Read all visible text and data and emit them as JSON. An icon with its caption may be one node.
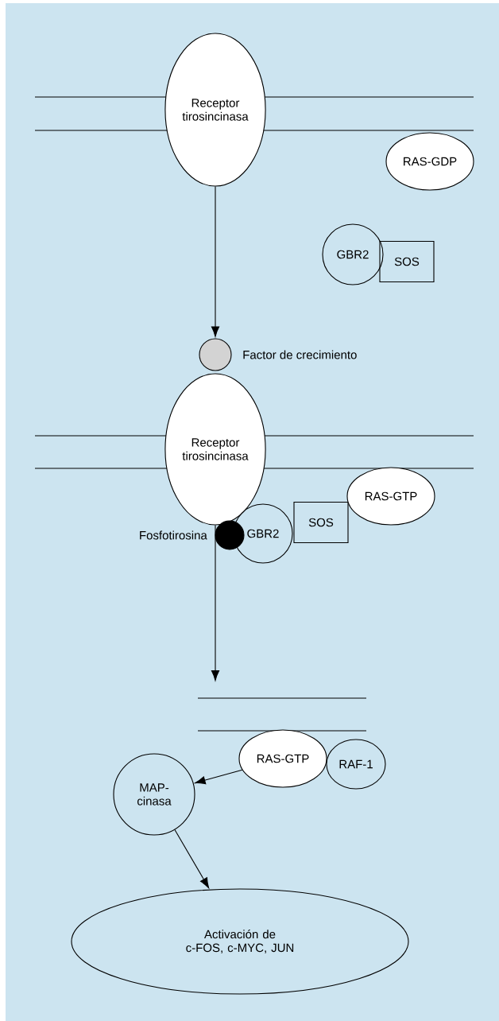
{
  "diagram": {
    "nodes": [
      {
        "text": [
          "Receptor tirosincinasa"
        ]
      },
      {
        "text": [
          "RAS-GDP"
        ]
      },
      {
        "text": [
          "GBR2"
        ]
      },
      {
        "text": [
          "SOS"
        ]
      },
      {
        "text": [],
        "shape": "circle",
        "beside": [
          "Factor de crecimiento"
        ]
      },
      {
        "text": [
          "Receptor tirosincinasa"
        ]
      },
      {
        "text": [],
        "shape": "circle",
        "beside": [
          "Fosfotirosina"
        ]
      },
      {
        "text": [
          "GBR2"
        ]
      },
      {
        "text": [
          "SOS"
        ]
      },
      {
        "text": [
          "RAS-GTP"
        ]
      },
      {
        "text": [
          "RAS-GTP"
        ]
      },
      {
        "text": [
          "RAF-1"
        ]
      },
      {
        "text": [
          "MAP-cinasa"
        ]
      },
      {
        "text": [
          "Activación de c-FOS, c-MYC, JUN"
        ]
      }
    ],
    "edges": [
      {
        "from": 0,
        "to": 4,
        "arrow": "to"
      },
      {
        "from": 5,
        "to": null,
        "arrow": "to"
      },
      {
        "from": 10,
        "to": 12,
        "arrow": "to"
      },
      {
        "from": 12,
        "to": 13,
        "arrow": "to"
      }
    ]
  }
}
